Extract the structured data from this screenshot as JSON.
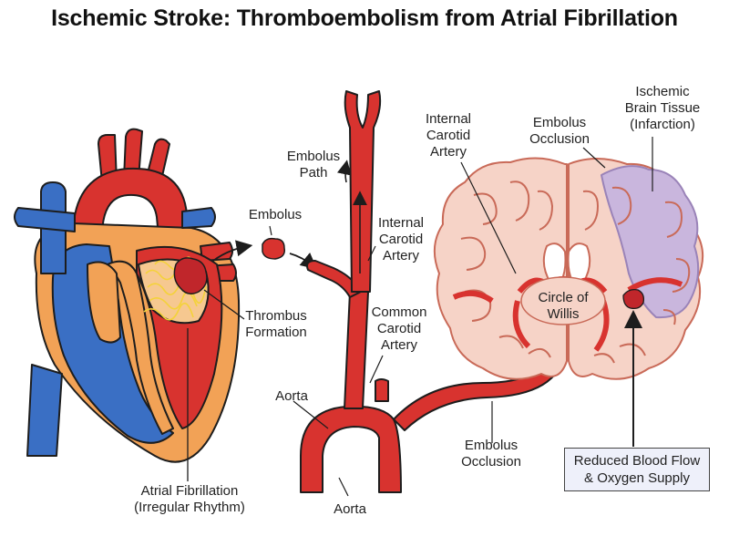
{
  "title": "Ischemic Stroke: Thromboembolism from Atrial Fibrillation",
  "labels": {
    "embolus": "Embolus",
    "embolus_path": [
      "Embolus",
      "Path"
    ],
    "internal_carotid_left": [
      "Internal",
      "Carotid",
      "Artery"
    ],
    "internal_carotid_top": [
      "Internal",
      "Carotid",
      "Artery"
    ],
    "embolus_occlusion_top": [
      "Embolus",
      "Occlusion"
    ],
    "ischemic_tissue": [
      "Ischemic",
      "Brain Tissue",
      "(Infarction)"
    ],
    "thrombus_formation": [
      "Thrombus",
      "Formation"
    ],
    "common_carotid": [
      "Common",
      "Carotid",
      "Artery"
    ],
    "circle_of_willis": [
      "Circle of",
      "Willis"
    ],
    "aorta_upper": "Aorta",
    "aorta_lower": "Aorta",
    "embolus_occlusion_bottom": [
      "Embolus",
      "Occlusion"
    ],
    "atrial_fibrillation": [
      "Atrial Fibrillation",
      "(Irregular Rhythm)"
    ],
    "reduced_flow": [
      "Reduced Blood Flow",
      "& Oxygen Supply"
    ]
  },
  "colors": {
    "artery_red": "#d8332f",
    "vein_blue": "#3a6fc4",
    "heart_orange": "#f2a256",
    "brain_pink": "#f6d3c7",
    "infarct_purple": "#c9b6dd",
    "thrombus": "#c0262b",
    "chaos_yellow": "#f4d23a",
    "outline": "#1d1d1d"
  },
  "icons": {
    "flow_arrow": "arrow-icon"
  }
}
